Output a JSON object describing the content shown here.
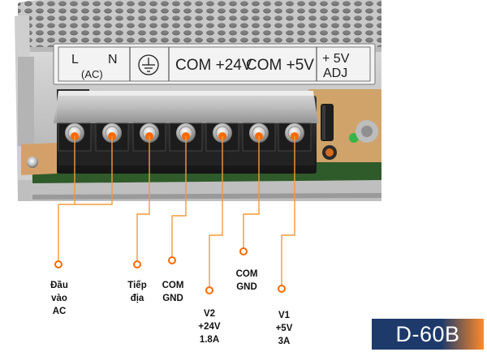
{
  "panel_labels": {
    "L": "L",
    "N": "N",
    "ac": "(AC)",
    "com_24v": "COM +24V",
    "com_5v": "COM +5V",
    "adj_top": "+ 5V",
    "adj_bottom": "ADJ"
  },
  "callouts": {
    "ac_input": [
      "Đầu",
      "vào",
      "AC"
    ],
    "ground": [
      "Tiếp",
      "địa"
    ],
    "com_gnd_1": [
      "COM",
      "GND"
    ],
    "v2": [
      "V2",
      "+24V",
      "1.8A"
    ],
    "com_gnd_2": [
      "COM",
      "GND"
    ],
    "v1": [
      "V1",
      "+5V",
      "3A"
    ]
  },
  "model": "D-60B",
  "colors": {
    "accent_orange": "#ff6a00",
    "callout_line": "#f39a3c",
    "badge_blue": "#1d3a6b"
  }
}
